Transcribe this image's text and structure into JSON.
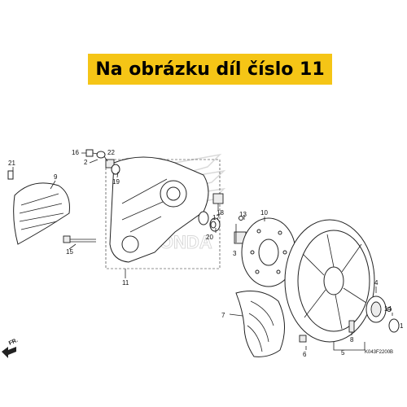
{
  "banner": {
    "text": "Na obrázku díl číslo 11"
  },
  "labels": {
    "p1": "1",
    "p2": "2",
    "p3": "3",
    "p4": "4",
    "p5": "5",
    "p6": "6",
    "p7": "7",
    "p8": "8",
    "p9": "9",
    "p10": "10",
    "p11": "11",
    "p13": "13",
    "p14": "14",
    "p15": "15",
    "p16": "16",
    "p17": "17",
    "p18": "18",
    "p19": "19",
    "p20": "20",
    "p21": "21",
    "p22": "22"
  },
  "front_indicator": "FR.",
  "diagram_code": "K043F2200B",
  "watermark": "HONDA"
}
